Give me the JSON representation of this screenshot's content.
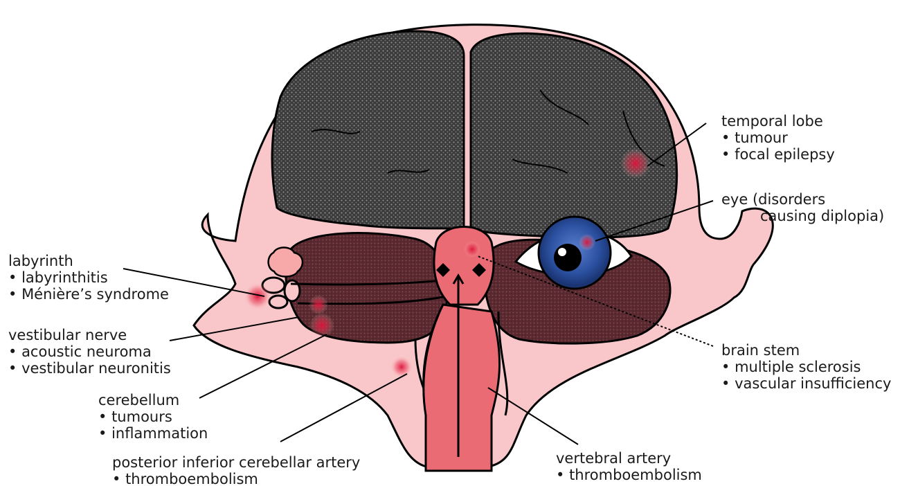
{
  "labels": {
    "temporal_lobe": {
      "title": "temporal lobe",
      "items": [
        "tumour",
        "focal epilepsy"
      ]
    },
    "eye": {
      "title": "eye (disorders",
      "title2": "causing diplopia)"
    },
    "labyrinth": {
      "title": "labyrinth",
      "items": [
        "labyrinthitis",
        "Ménière’s syndrome"
      ]
    },
    "vestibular_nerve": {
      "title": "vestibular nerve",
      "items": [
        "acoustic neuroma",
        "vestibular neuronitis"
      ]
    },
    "brain_stem": {
      "title": "brain stem",
      "items": [
        "multiple sclerosis",
        "vascular insufficiency"
      ]
    },
    "cerebellum": {
      "title": "cerebellum",
      "items": [
        "tumours",
        "inflammation"
      ]
    },
    "pica": {
      "title": "posterior inferior cerebellar artery",
      "items": [
        "thromboembolism"
      ]
    },
    "vertebral_artery": {
      "title": "vertebral artery",
      "items": [
        "thromboembolism"
      ]
    }
  },
  "colors": {
    "skin": "#f9c7c9",
    "brain": "#3b3b3b",
    "cerebellum": "#5a2b30",
    "artery": "#e96b73",
    "eye_iris": "#2f55a8",
    "lesion": "#e0103a",
    "outline": "#000000"
  }
}
